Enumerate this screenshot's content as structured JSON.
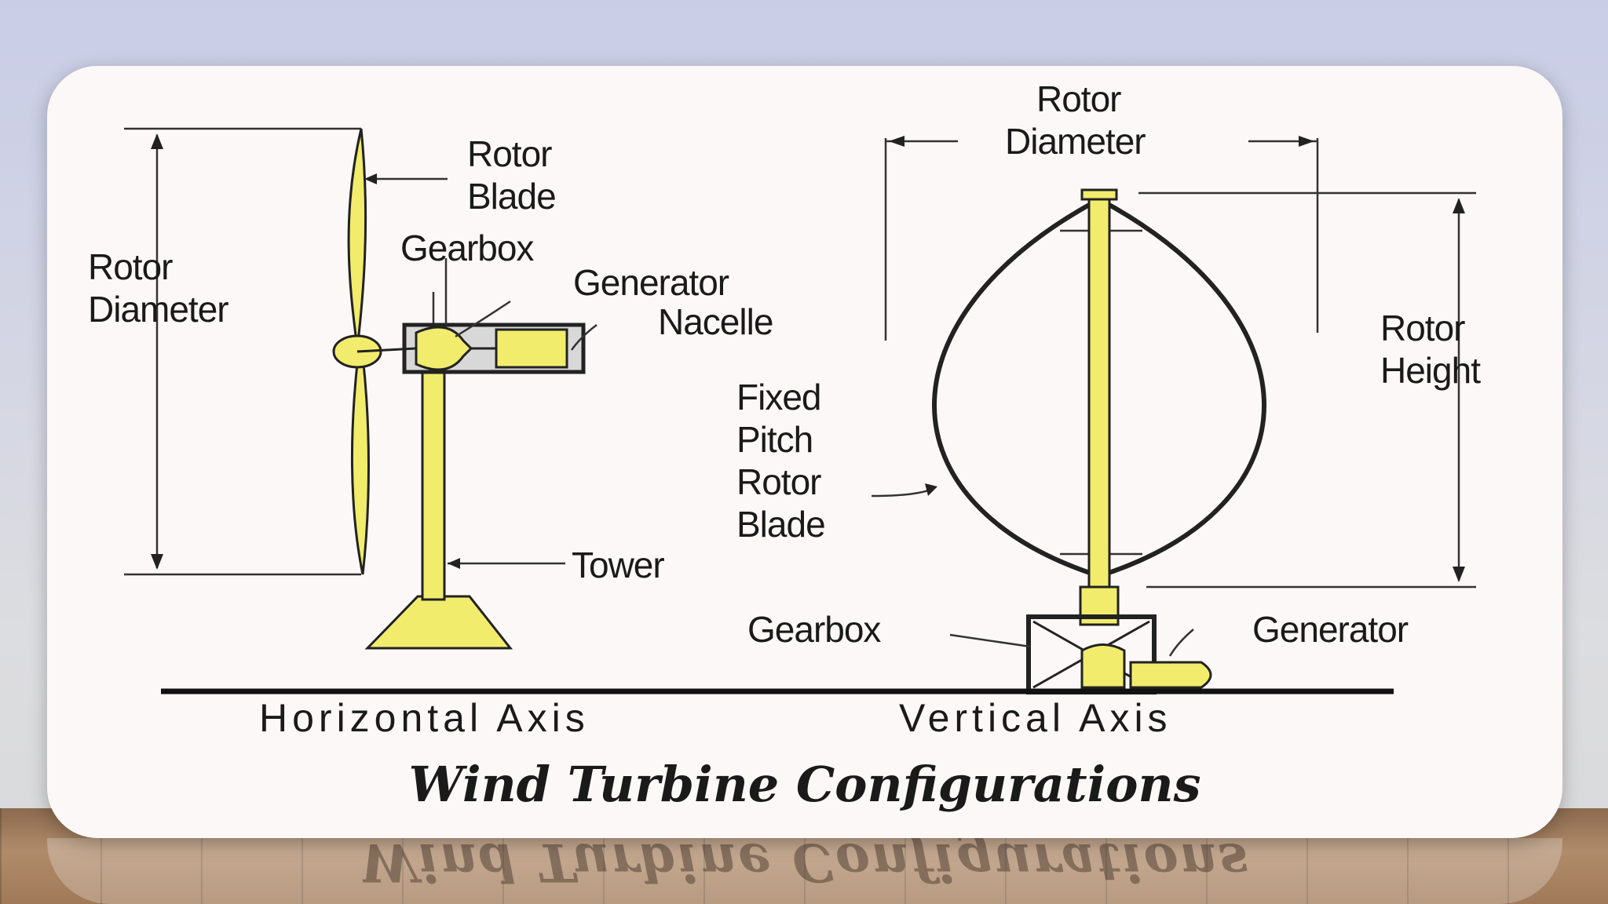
{
  "caption": "Wind Turbine Configurations",
  "horizontal": {
    "axis_label": "Horizontal Axis",
    "rotor_blade": [
      "Rotor",
      "Blade"
    ],
    "rotor_diameter": [
      "Rotor",
      "Diameter"
    ],
    "gearbox": "Gearbox",
    "generator": "Generator",
    "nacelle": "Nacelle",
    "tower": "Tower"
  },
  "vertical": {
    "axis_label": "Vertical Axis",
    "rotor_diameter": [
      "Rotor",
      "Diameter"
    ],
    "rotor_height": [
      "Rotor",
      "Height"
    ],
    "fixed_pitch_blade": [
      "Fixed",
      "Pitch",
      "Rotor",
      "Blade"
    ],
    "gearbox": "Gearbox",
    "generator": "Generator"
  },
  "colors": {
    "component_fill": "#f1ec6c",
    "card_background": "#fdf8f8",
    "line": "#222222"
  }
}
